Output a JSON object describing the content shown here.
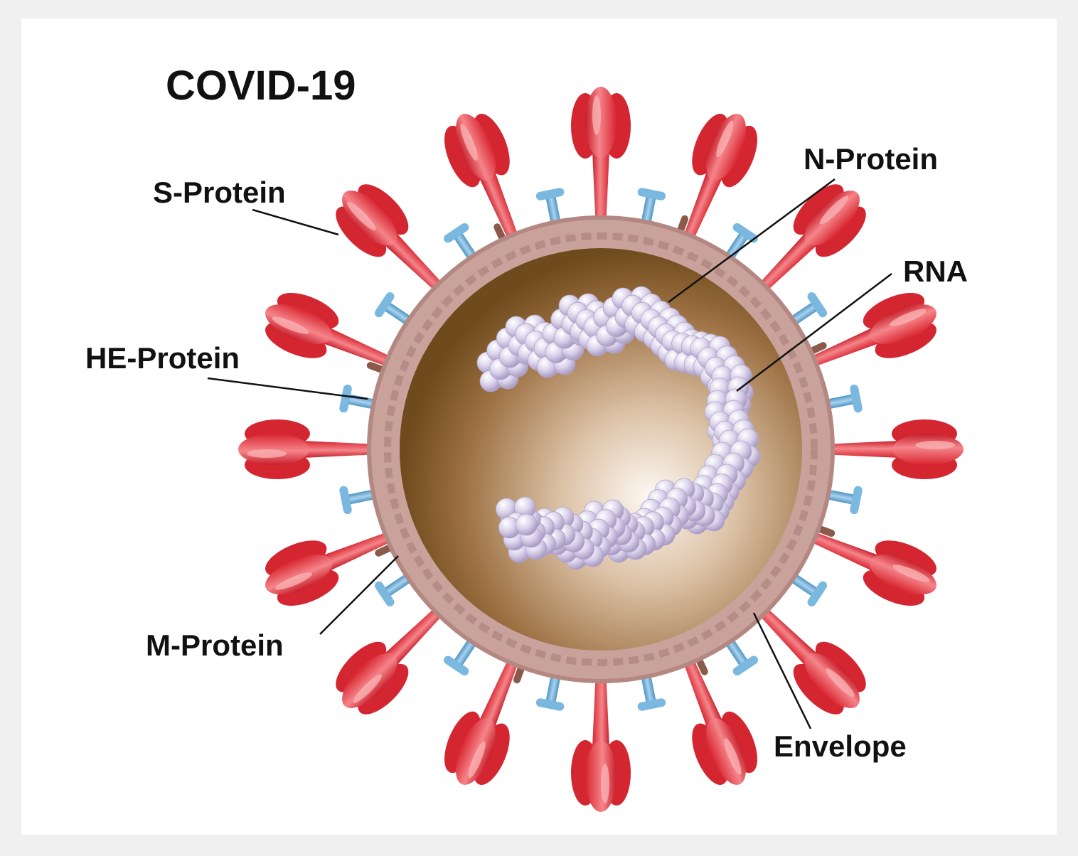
{
  "title": "COVID-19",
  "labels": {
    "s_protein": "S-Protein",
    "n_protein": "N-Protein",
    "rna": "RNA",
    "he_protein": "HE-Protein",
    "m_protein": "M-Protein",
    "envelope": "Envelope"
  },
  "colors": {
    "background": "#f0f0f0",
    "panel": "#ffffff",
    "spike": "#e0303c",
    "spike_light": "#f27a80",
    "he_protein": "#6aaed6",
    "m_protein": "#8a5a4a",
    "envelope": "#c49a94",
    "core_dark": "#7a5220",
    "core_light": "#fbf4ee",
    "rna": "#cfc6e0",
    "text": "#111111"
  },
  "counts": {
    "s_proteins": 16,
    "he_proteins": 16,
    "m_proteins": 8
  }
}
